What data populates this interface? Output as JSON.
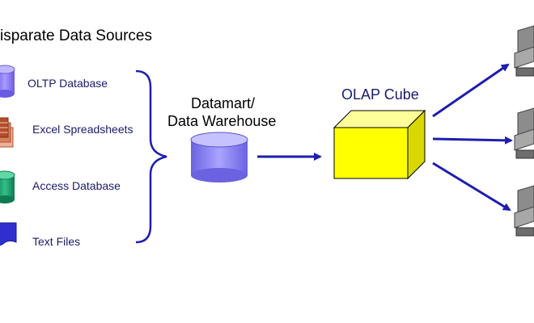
{
  "diagram": {
    "title": "isparate Data Sources",
    "sources": [
      {
        "label": "OLTP Database",
        "icon": "cylinder-icon",
        "color": "#8a7cf0"
      },
      {
        "label": "Excel Spreadsheets",
        "icon": "spreadsheet-stack-icon",
        "color": "#b54d2a"
      },
      {
        "label": "Access Database",
        "icon": "cylinder-icon",
        "color": "#1e9c6a"
      },
      {
        "label": "Text Files",
        "icon": "document-icon",
        "color": "#2f2fd0"
      }
    ],
    "warehouse": {
      "label_line1": "Datamart/",
      "label_line2": "Data Warehouse",
      "icon": "cylinder-icon",
      "color": "#8a84f4"
    },
    "cube": {
      "label": "OLAP Cube",
      "icon": "cube-icon",
      "color": "#ffff00"
    },
    "clients": {
      "icon": "computer-icon",
      "count": 3
    },
    "colors": {
      "arrow": "#1e1eb0",
      "label_text": "#1a1a6e"
    }
  }
}
